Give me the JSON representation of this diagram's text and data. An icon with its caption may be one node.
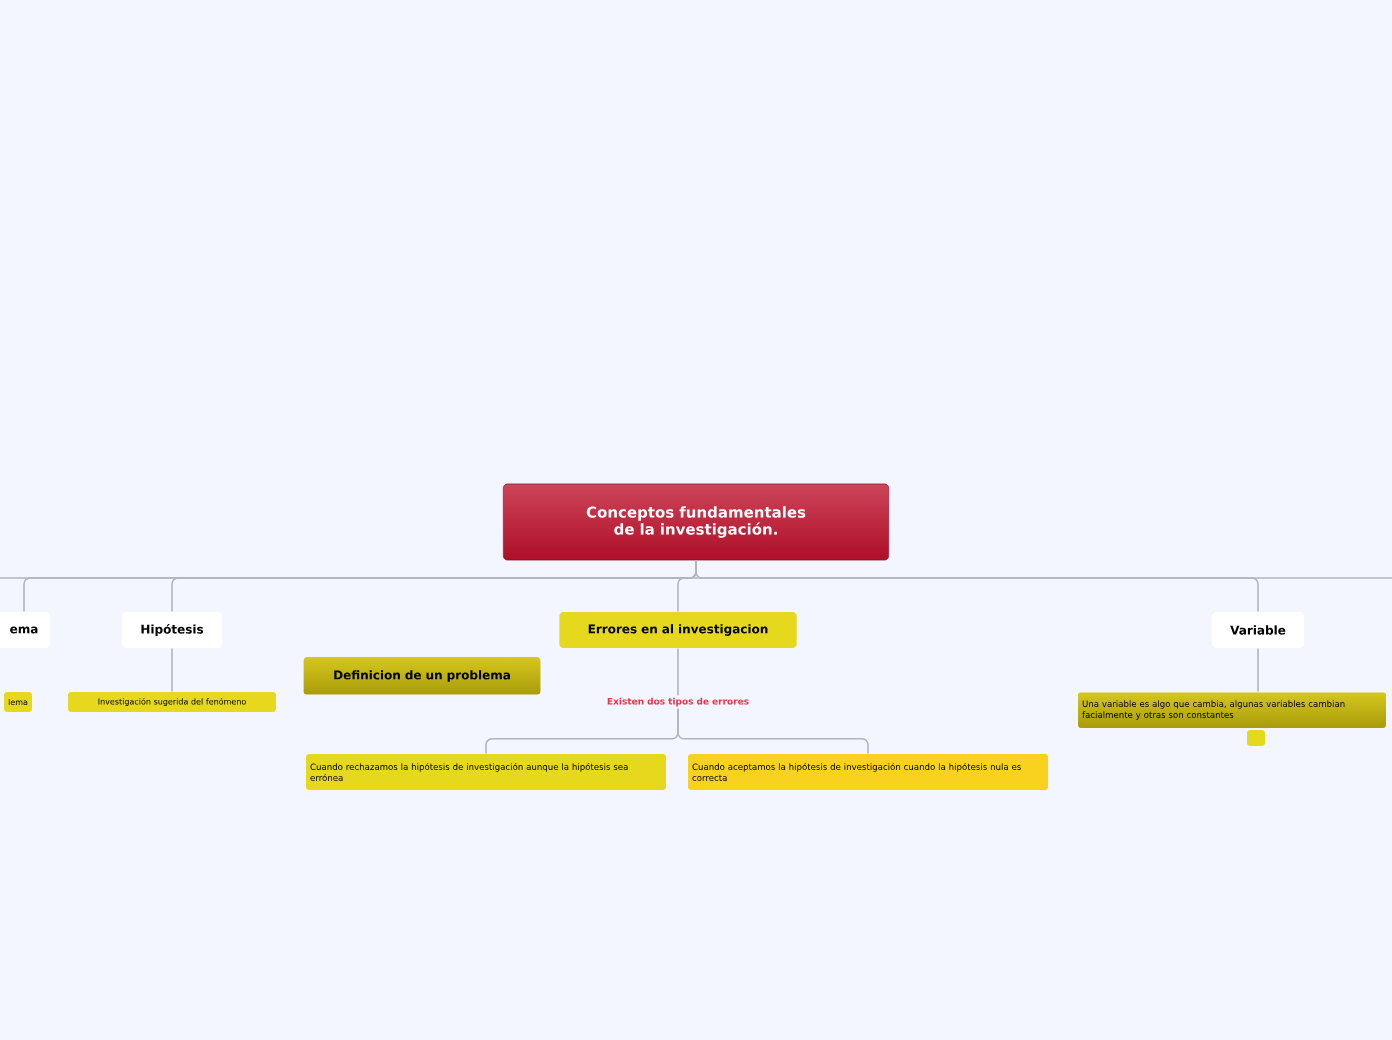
{
  "diagram": {
    "nodes": [
      {
        "text": [
          "Conceptos fundamentales de la investigación."
        ]
      },
      {
        "text": [
          "ema"
        ]
      },
      {
        "text": [
          "Hipótesis"
        ]
      },
      {
        "text": [
          "Definicion de un problema"
        ]
      },
      {
        "text": [
          "Errores en al investigacion"
        ]
      },
      {
        "text": [
          "Variable"
        ]
      },
      {
        "text": [
          "lema"
        ]
      },
      {
        "text": [
          "Investigación sugerida del fenómeno"
        ]
      },
      {
        "text": [
          "Existen dos tipos de errores"
        ]
      },
      {
        "text": [
          "Cuando rechazamos la hipótesis de investigación aunque la hipótesis sea errónea"
        ]
      },
      {
        "text": [
          "Cuando aceptamos la hipótesis de investigación cuando la hipótesis nula es correcta"
        ]
      },
      {
        "text": [
          "Una variable es algo que cambia, algunas variables cambian facialmente y otras son constantes"
        ]
      },
      {
        "text": [],
        "shape": "box"
      }
    ],
    "edges": [
      {
        "from": 0,
        "to": 1,
        "arrow": "none"
      },
      {
        "from": 0,
        "to": 2,
        "arrow": "none"
      },
      {
        "from": 0,
        "to": 4,
        "arrow": "none"
      },
      {
        "from": 0,
        "to": 5,
        "arrow": "none"
      },
      {
        "from": 2,
        "to": 7,
        "arrow": "none"
      },
      {
        "from": 4,
        "to": 8,
        "arrow": "none"
      },
      {
        "from": 8,
        "to": 9,
        "arrow": "none"
      },
      {
        "from": 8,
        "to": 10,
        "arrow": "none"
      },
      {
        "from": 5,
        "to": 11,
        "arrow": "none"
      }
    ]
  }
}
